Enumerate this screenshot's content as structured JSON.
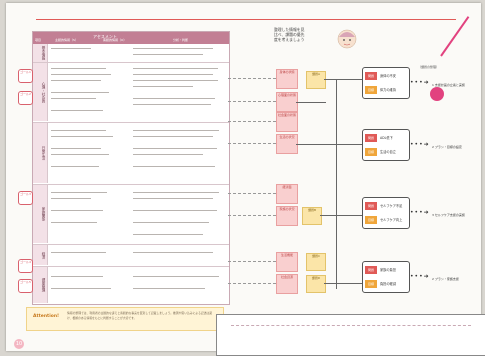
{
  "page": {
    "page_number": "10"
  },
  "table": {
    "title": "アセスメント",
    "col_headers": [
      "項目",
      "主観的情報（S）",
      "客観的情報（O）",
      "分析・判断"
    ],
    "rows": [
      {
        "label": "基本情報"
      },
      {
        "label": "心理・社会的"
      },
      {
        "label": "日常生活"
      },
      {
        "label": "家族関係"
      },
      {
        "label": "経済"
      },
      {
        "label": "健康管理"
      }
    ]
  },
  "tabs": [
    "ゴール1",
    "ゴール2",
    "ゴール3",
    "ゴール4",
    "ゴール5"
  ],
  "note": {
    "text": "整理した情報を見比べ、課題の優先度を考えましょう"
  },
  "top_label": "（課題の整理）",
  "pink_cells": [
    "身体の状態",
    "心理面の状態",
    "社会面の状態",
    "生活の状況",
    "経済面",
    "家族の状況",
    "生活機能",
    "社会資源"
  ],
  "yellow_cells": [
    "課題A",
    "課題B",
    "課題C",
    "課題D"
  ],
  "boxes": [
    {
      "tag1": "問題",
      "tag2": "目標",
      "t1": "身体の不安",
      "t2": "体力の維持"
    },
    {
      "tag1": "問題",
      "tag2": "目標",
      "t1": "ADL低下",
      "t2": "生活の自立"
    },
    {
      "tag1": "問題",
      "tag2": "目標",
      "t1": "セルフケア不足",
      "t2": "セルフケア向上"
    },
    {
      "tag1": "問題",
      "tag2": "目標",
      "t1": "家族の負担",
      "t2": "負担の軽減"
    }
  ],
  "outputs": [
    "1 支援計画の立案と実施",
    "2 プラン・目標の設定",
    "3 セルフケア支援の実施",
    "2 プラン・家族支援"
  ],
  "warning": {
    "label": "Attention!",
    "text": "情報の整理では、利用者の主観的な訴えと客観的な事実を区別して記載しましょう。推測や思い込みによる記述は避け、根拠のある情報をもとに判断することが大切です。"
  },
  "colors": {
    "accent": "#e05a57",
    "pink": "#e2427f",
    "header": "#c27f94"
  }
}
